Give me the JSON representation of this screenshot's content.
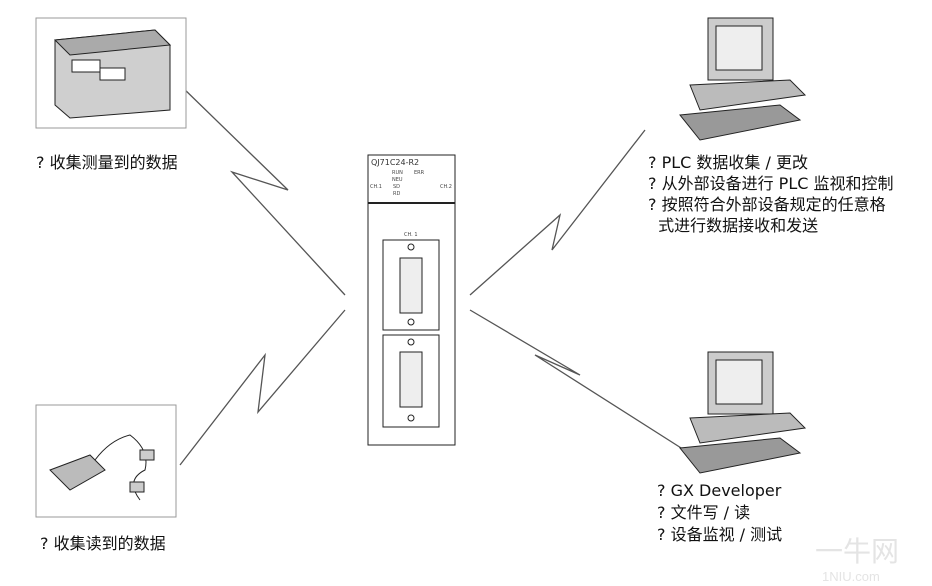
{
  "module": {
    "model": "QJ71C24-R2",
    "leds": [
      "RUN",
      "ERR",
      "NEU",
      "SD",
      "RD"
    ],
    "ch1": "CH.1",
    "ch2": "CH.2",
    "port_label": "CH. 1"
  },
  "top_left": {
    "lines": [
      "? 收集测量到的数据"
    ]
  },
  "bottom_left": {
    "lines": [
      "? 收集读到的数据"
    ]
  },
  "top_right": {
    "lines": [
      "? PLC 数据收集 / 更改",
      "? 从外部设备进行 PLC 监视和控制",
      "? 按照符合外部设备规定的任意格",
      "  式进行数据接收和发送"
    ]
  },
  "bottom_right": {
    "lines": [
      "? GX Developer",
      "? 文件写 / 读",
      "? 设备监视 / 测试"
    ]
  },
  "watermark": {
    "main": "一牛网",
    "sub": "1NIU.com"
  }
}
